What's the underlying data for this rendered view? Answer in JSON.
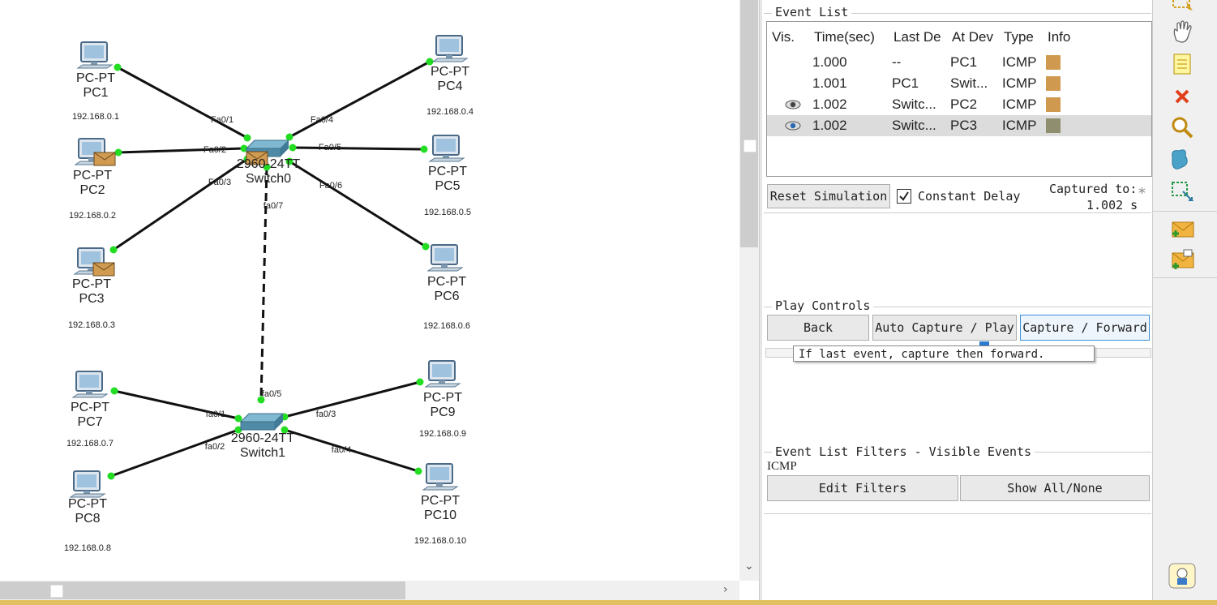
{
  "workspace": {
    "devices": [
      {
        "id": "pc1",
        "type": "PC-PT",
        "name": "PC1",
        "ip": "192.168.0.1"
      },
      {
        "id": "pc2",
        "type": "PC-PT",
        "name": "PC2",
        "ip": "192.168.0.2"
      },
      {
        "id": "pc3",
        "type": "PC-PT",
        "name": "PC3",
        "ip": "192.168.0.3"
      },
      {
        "id": "pc4",
        "type": "PC-PT",
        "name": "PC4",
        "ip": "192.168.0.4"
      },
      {
        "id": "pc5",
        "type": "PC-PT",
        "name": "PC5",
        "ip": "192.168.0.5"
      },
      {
        "id": "pc6",
        "type": "PC-PT",
        "name": "PC6",
        "ip": "192.168.0.6"
      },
      {
        "id": "pc7",
        "type": "PC-PT",
        "name": "PC7",
        "ip": "192.168.0.7"
      },
      {
        "id": "pc8",
        "type": "PC-PT",
        "name": "PC8",
        "ip": "192.168.0.8"
      },
      {
        "id": "pc9",
        "type": "PC-PT",
        "name": "PC9",
        "ip": "192.168.0.9"
      },
      {
        "id": "pc10",
        "type": "PC-PT",
        "name": "PC10",
        "ip": "192.168.0.10"
      },
      {
        "id": "sw0",
        "type": "2960-24TT",
        "name": "Switch0"
      },
      {
        "id": "sw1",
        "type": "2960-24TT",
        "name": "Switch1"
      }
    ],
    "ports": [
      "Fa0/1",
      "Fa0/2",
      "Fa0/3",
      "Fa0/4",
      "Fa0/5",
      "Fa0/6",
      "fa0/7",
      "fa0/5",
      "fa0/1",
      "fa0/2",
      "fa0/3",
      "fa0/4"
    ],
    "envelope_on": [
      "PC2",
      "PC3",
      "Switch0"
    ],
    "link_color": "#111111",
    "link_led_color": "#22dd22",
    "envelope_color": "#d09a50"
  },
  "panel": {
    "event_list": {
      "title": "Event List",
      "columns": [
        "Vis.",
        "Time(sec)",
        "Last De",
        "At Dev",
        "Type",
        "Info"
      ],
      "rows": [
        {
          "vis": "",
          "time": "1.000",
          "last": "--",
          "at": "PC1",
          "type": "ICMP",
          "color": "#cf9a4f",
          "selected": false
        },
        {
          "vis": "",
          "time": "1.001",
          "last": "PC1",
          "at": "Swit...",
          "type": "ICMP",
          "color": "#cf9a4f",
          "selected": false
        },
        {
          "vis": "eye",
          "time": "1.002",
          "last": "Switc...",
          "at": "PC2",
          "type": "ICMP",
          "color": "#cf9a4f",
          "selected": false
        },
        {
          "vis": "eye",
          "time": "1.002",
          "last": "Switc...",
          "at": "PC3",
          "type": "ICMP",
          "color": "#8f8f6f",
          "selected": true
        }
      ]
    },
    "reset_label": "Reset Simulation",
    "constant_delay_label": "Constant Delay",
    "constant_delay_checked": true,
    "captured_label": "Captured to:",
    "captured_value": "1.002 s",
    "play_controls": {
      "title": "Play Controls",
      "back": "Back",
      "auto_capture": "Auto Capture / Play",
      "capture_forward": "Capture / Forward"
    },
    "tooltip": "If last event, capture then forward.",
    "filters": {
      "title": "Event List Filters - Visible Events",
      "visible": "ICMP",
      "edit": "Edit Filters",
      "show_all": "Show All/None"
    }
  },
  "toolbar": {
    "tools": [
      "select-icon",
      "hand-icon",
      "note-icon",
      "delete-icon",
      "zoom-icon",
      "draw-shape-icon",
      "resize-icon",
      "add-simple-pdu-icon",
      "add-complex-pdu-icon"
    ]
  }
}
